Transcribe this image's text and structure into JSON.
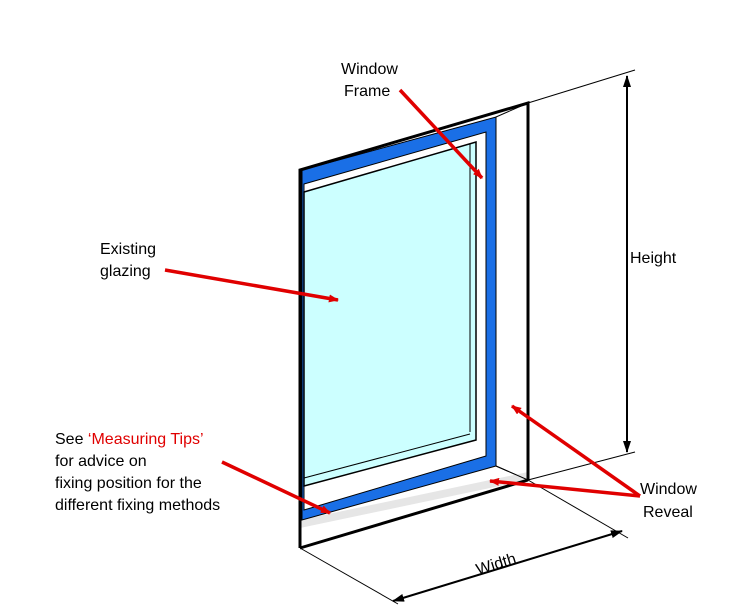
{
  "labels": {
    "window_frame": [
      "Window",
      "Frame"
    ],
    "existing_glazing": [
      "Existing",
      "glazing"
    ],
    "height": "Height",
    "width": "Width",
    "window_reveal": [
      "Window",
      "Reveal"
    ],
    "measuring_note": {
      "prefix": "See ",
      "highlight": "‘Measuring Tips’",
      "lines": [
        "for advice on",
        "fixing position for the",
        "different fixing methods"
      ]
    }
  },
  "colors": {
    "frame_blue": "#1a6fe6",
    "glass": "#ccffff",
    "sill_grey": "#e6e6e6",
    "arrow_red": "#e00000",
    "outline": "#000000"
  }
}
